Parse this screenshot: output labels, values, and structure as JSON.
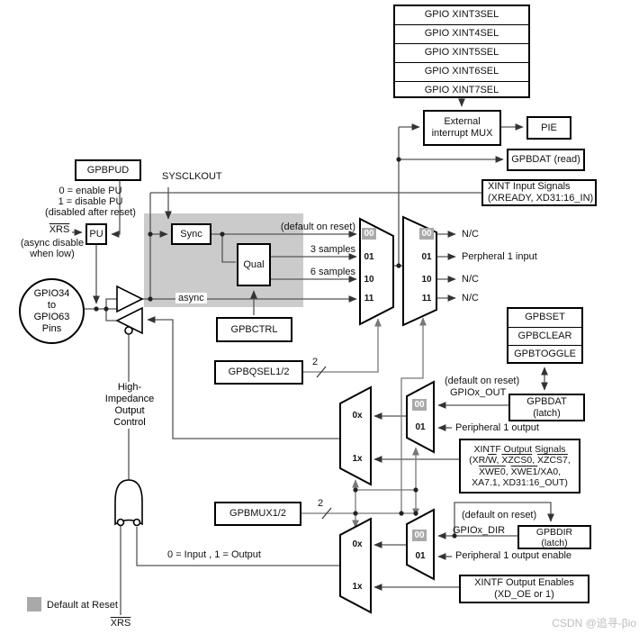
{
  "colors": {
    "shaded_region": "#cbcbcb",
    "default_badge": "#a9a9a9",
    "wire": "#555555",
    "select_wire": "#787878",
    "watermark": "#bdbdbd"
  },
  "xintsel": {
    "items": [
      "GPIO XINT3SEL",
      "GPIO XINT4SEL",
      "GPIO XINT5SEL",
      "GPIO XINT6SEL",
      "GPIO XINT7SEL"
    ]
  },
  "interrupt": {
    "ext_mux": "External interrupt MUX",
    "pie": "PIE",
    "gpbdat_read": "GPBDAT (read)",
    "xint_inputs_line1": "XINT Input Signals",
    "xint_inputs_line2": "(XREADY, XD31:16_IN)"
  },
  "pullup": {
    "gpbpud": "GPBPUD",
    "note1": "0 = enable PU",
    "note2": "1 = disable PU",
    "note3": "(disabled after reset)",
    "xrs": "XRS",
    "async_note1": "(async disable",
    "async_note2": "when low)",
    "pu": "PU"
  },
  "pins": {
    "line1": "GPIO34",
    "line2": "to",
    "line3": "GPIO63",
    "line4": "Pins"
  },
  "qualification": {
    "sysclkout": "SYSCLKOUT",
    "sync": "Sync",
    "qual": "Qual",
    "gpbctrl": "GPBCTRL",
    "gpbqsel": "GPBQSEL1/2",
    "bus_width": "2",
    "default_on_reset": "(default on reset)",
    "samples3": "3 samples",
    "samples6": "6 samples",
    "async": "async"
  },
  "mux_channels": {
    "c00": "00",
    "c01": "01",
    "c10": "10",
    "c11": "11",
    "c0x": "0x",
    "c1x": "1x"
  },
  "input_mux": {
    "out0": "N/C",
    "out1": "Perpheral 1 input",
    "out2": "N/C",
    "out3": "N/C"
  },
  "data_regs": {
    "gpbset": "GPBSET",
    "gpbclear": "GPBCLEAR",
    "gpbtoggle": "GPBTOGGLE",
    "gpbdat_line1": "GPBDAT",
    "gpbdat_line2": "(latch)",
    "default_on_reset": "(default on reset)",
    "gpiox_out": "GPIOx_OUT",
    "peripheral1_output": "Peripheral 1 output"
  },
  "xintf_out": {
    "title": "XINTF Output Signals",
    "line2_segments": [
      {
        "text": "(XR/",
        "overline": false
      },
      {
        "text": "W",
        "overline": true
      },
      {
        "text": ", ",
        "overline": false
      },
      {
        "text": "XZCS0",
        "overline": true
      },
      {
        "text": ", ",
        "overline": false
      },
      {
        "text": "XZCS7",
        "overline": true
      },
      {
        "text": ",",
        "overline": false
      }
    ],
    "line3_segments": [
      {
        "text": "XWE0",
        "overline": true
      },
      {
        "text": ", ",
        "overline": false
      },
      {
        "text": "XWE1",
        "overline": true
      },
      {
        "text": "/XA0,",
        "overline": false
      }
    ],
    "line4": "XA7.1, XD31:16_OUT)"
  },
  "mux_select": {
    "gpbmux": "GPBMUX1/2",
    "bus_width": "2"
  },
  "dir_regs": {
    "default_on_reset": "(default on reset)",
    "gpiox_dir": "GPIOx_DIR",
    "gpbdir_line1": "GPBDIR",
    "gpbdir_line2": "(latch)",
    "peripheral1_oe": "Peripheral 1 output enable",
    "dir_note": "0 = Input , 1 = Output",
    "xintf_oe_line1": "XINTF Output Enables",
    "xintf_oe_line2": "(XD_OE or 1)"
  },
  "output_control": {
    "l1": "High-",
    "l2": "Impedance",
    "l3": "Output",
    "l4": "Control",
    "xrs": "XRS"
  },
  "legend": {
    "label": "Default at Reset"
  },
  "watermark": "CSDN @追寻-βio"
}
